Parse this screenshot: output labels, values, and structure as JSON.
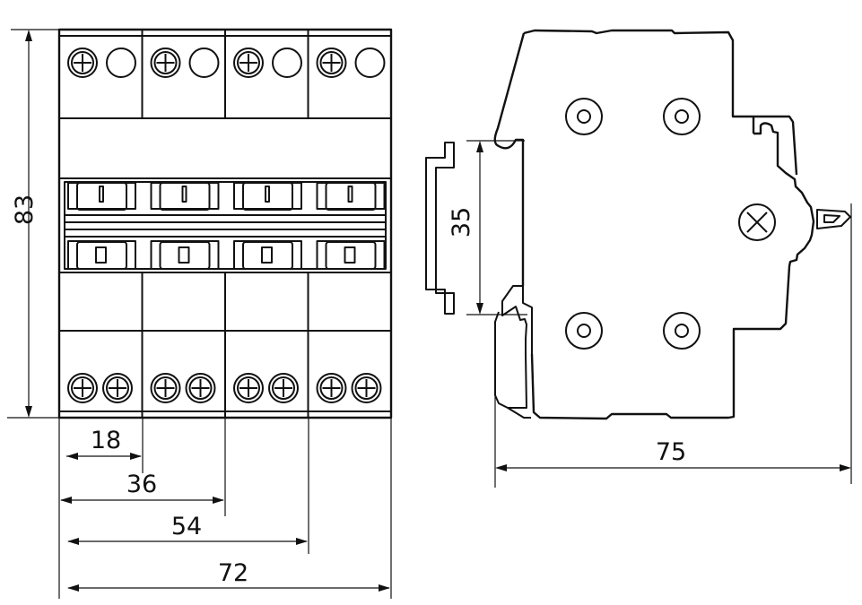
{
  "drawing": {
    "subject": "4-pole modular circuit breaker, DIN-rail mount",
    "views": [
      "front-view",
      "side-view"
    ],
    "units": "mm",
    "poles": 4,
    "dimensions": {
      "height": "83",
      "pole_width_1": "18",
      "pole_width_2": "36",
      "pole_width_3": "54",
      "pole_width_4": "72",
      "din_rail": "35",
      "depth": "75"
    },
    "front_view": {
      "top_terminals": [
        "screw-with-hole",
        "screw-with-hole",
        "screw-with-hole",
        "screw-with-hole"
      ],
      "bottom_terminals": [
        "double-screw",
        "double-screw",
        "double-screw",
        "double-screw"
      ],
      "toggles": [
        "I",
        "I",
        "I",
        "I"
      ],
      "lower_windows": [
        "O",
        "O",
        "O",
        "O"
      ]
    },
    "side_view": {
      "rivets": 4,
      "center_marker": "cross-circle-icon",
      "handle": "toggle-lever"
    }
  }
}
